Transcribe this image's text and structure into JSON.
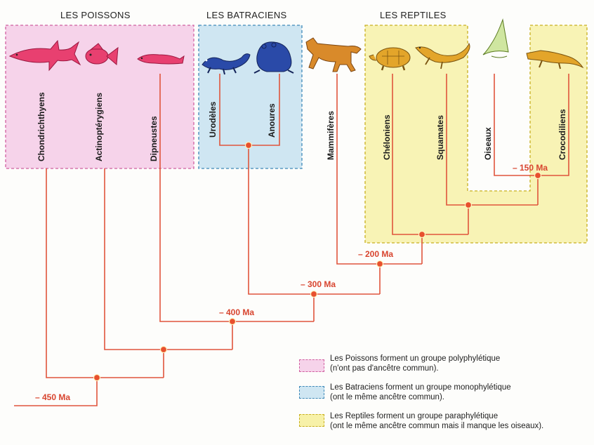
{
  "groups": {
    "poissons": {
      "title": "LES POISSONS",
      "fill": "#f6d3ea",
      "stroke": "#d060a0"
    },
    "batraciens": {
      "title": "LES BATRACIENS",
      "fill": "#cfe6f2",
      "stroke": "#3f89b8"
    },
    "reptiles": {
      "title": "LES REPTILES",
      "fill": "#f7f1a8",
      "stroke": "#c8b020"
    }
  },
  "taxa": [
    {
      "name": "Chondrichthyens",
      "icon": "shark-icon"
    },
    {
      "name": "Actinoptérygiens",
      "icon": "fish-icon"
    },
    {
      "name": "Dipneustes",
      "icon": "lungfish-icon"
    },
    {
      "name": "Urodèles",
      "icon": "salamander-icon"
    },
    {
      "name": "Anoures",
      "icon": "frog-icon"
    },
    {
      "name": "Mammifères",
      "icon": "horse-icon"
    },
    {
      "name": "Chéloniens",
      "icon": "turtle-icon"
    },
    {
      "name": "Squamates",
      "icon": "lizard-icon"
    },
    {
      "name": "Oiseaux",
      "icon": "bird-icon"
    },
    {
      "name": "Crocodiliens",
      "icon": "crocodile-icon"
    }
  ],
  "dates": [
    "– 450 Ma",
    "– 400 Ma",
    "– 300 Ma",
    "– 200 Ma",
    "– 150 Ma"
  ],
  "legend": [
    {
      "line1": "Les Poissons forment un groupe polyphylétique",
      "line2": "(n'ont pas d'ancêtre commun)."
    },
    {
      "line1": "Les Batraciens forment un groupe monophylétique",
      "line2": "(ont le même ancêtre commun)."
    },
    {
      "line1": "Les Reptiles forment un groupe paraphylétique",
      "line2": "(ont le même ancêtre commun mais il manque les oiseaux)."
    }
  ],
  "colors": {
    "branch": "#e0553c",
    "node": "#e8502e"
  }
}
